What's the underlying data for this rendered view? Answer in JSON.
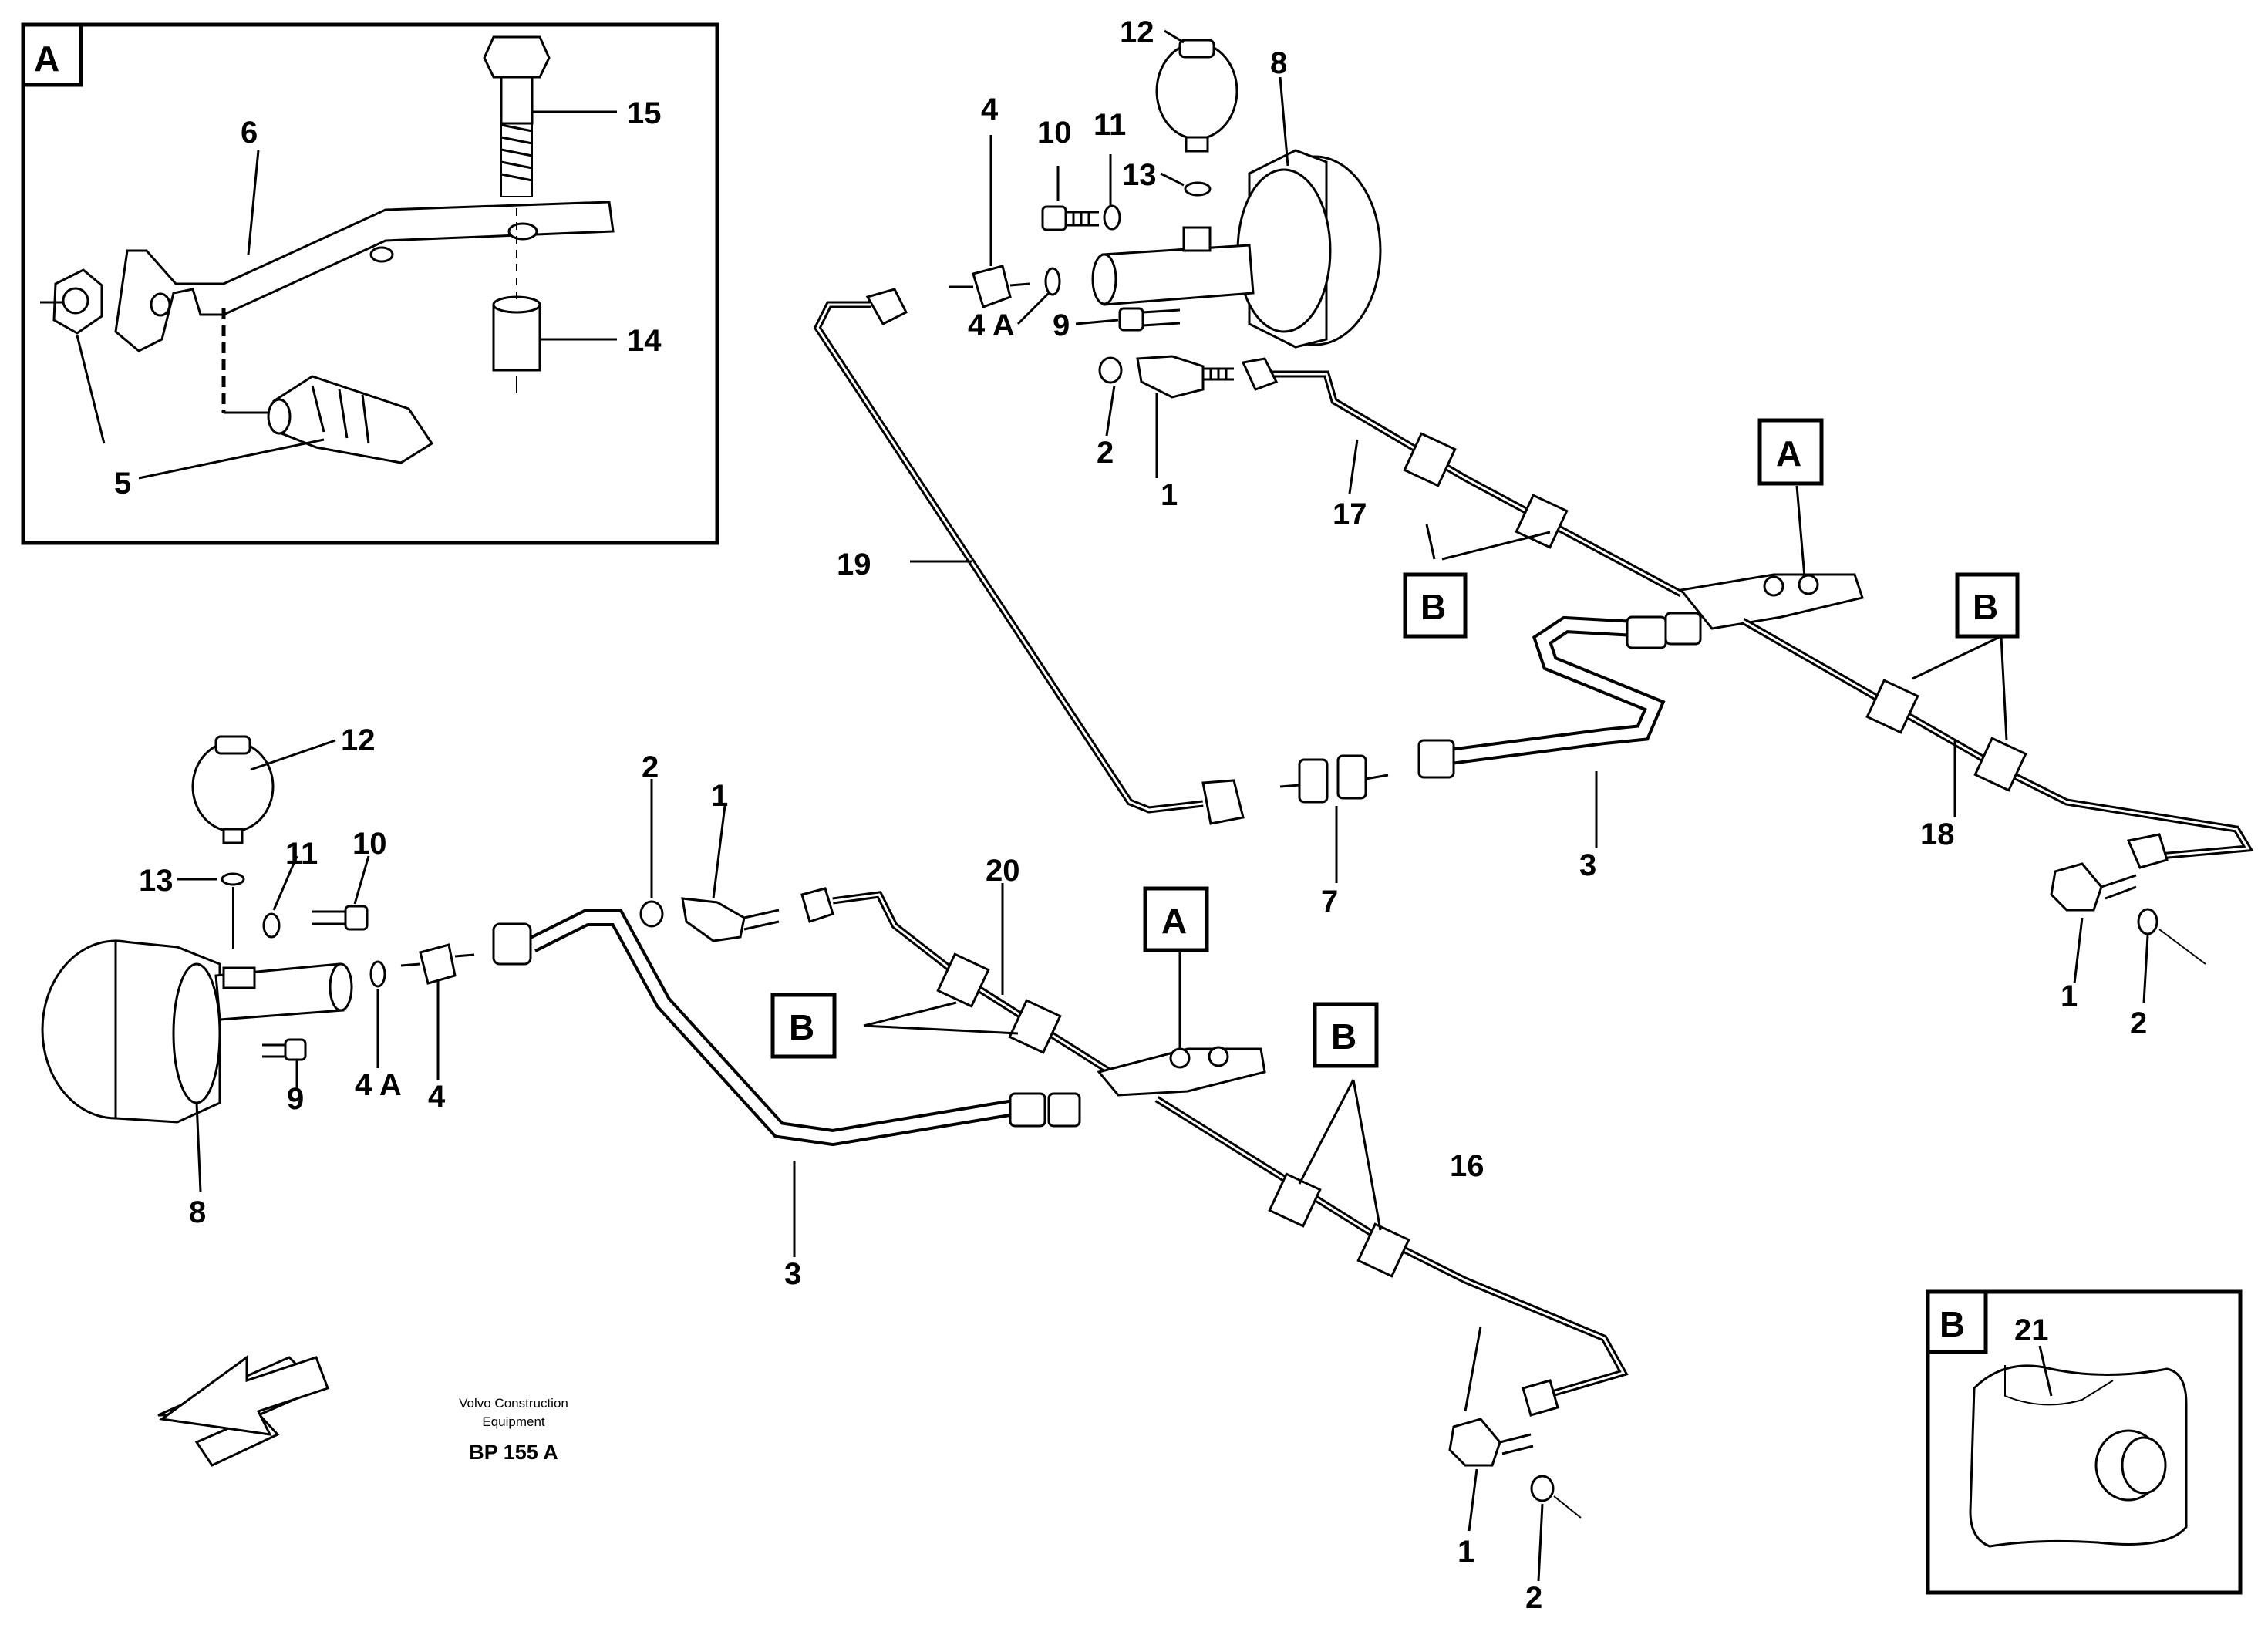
{
  "inset_a": {
    "tag": "A",
    "parts": [
      "6",
      "15",
      "14",
      "5"
    ]
  },
  "inset_b": {
    "tag": "B",
    "parts": [
      "21"
    ]
  },
  "upper_assembly": {
    "parts": [
      "12",
      "8",
      "4",
      "10",
      "11",
      "13",
      "9",
      "4 A",
      "2",
      "1",
      "17",
      "19",
      "7",
      "3",
      "18",
      "1",
      "2"
    ],
    "tags": [
      "A",
      "B",
      "B"
    ]
  },
  "lower_assembly": {
    "parts": [
      "12",
      "13",
      "11",
      "10",
      "2",
      "1",
      "20",
      "4 A",
      "4",
      "9",
      "8",
      "3",
      "16",
      "1",
      "2"
    ],
    "tags": [
      "A",
      "B",
      "B"
    ]
  },
  "footer": {
    "line1": "Volvo Construction",
    "line2": "Equipment",
    "ref": "BP 155 A"
  },
  "icons": [
    "direction-arrow-icon"
  ]
}
